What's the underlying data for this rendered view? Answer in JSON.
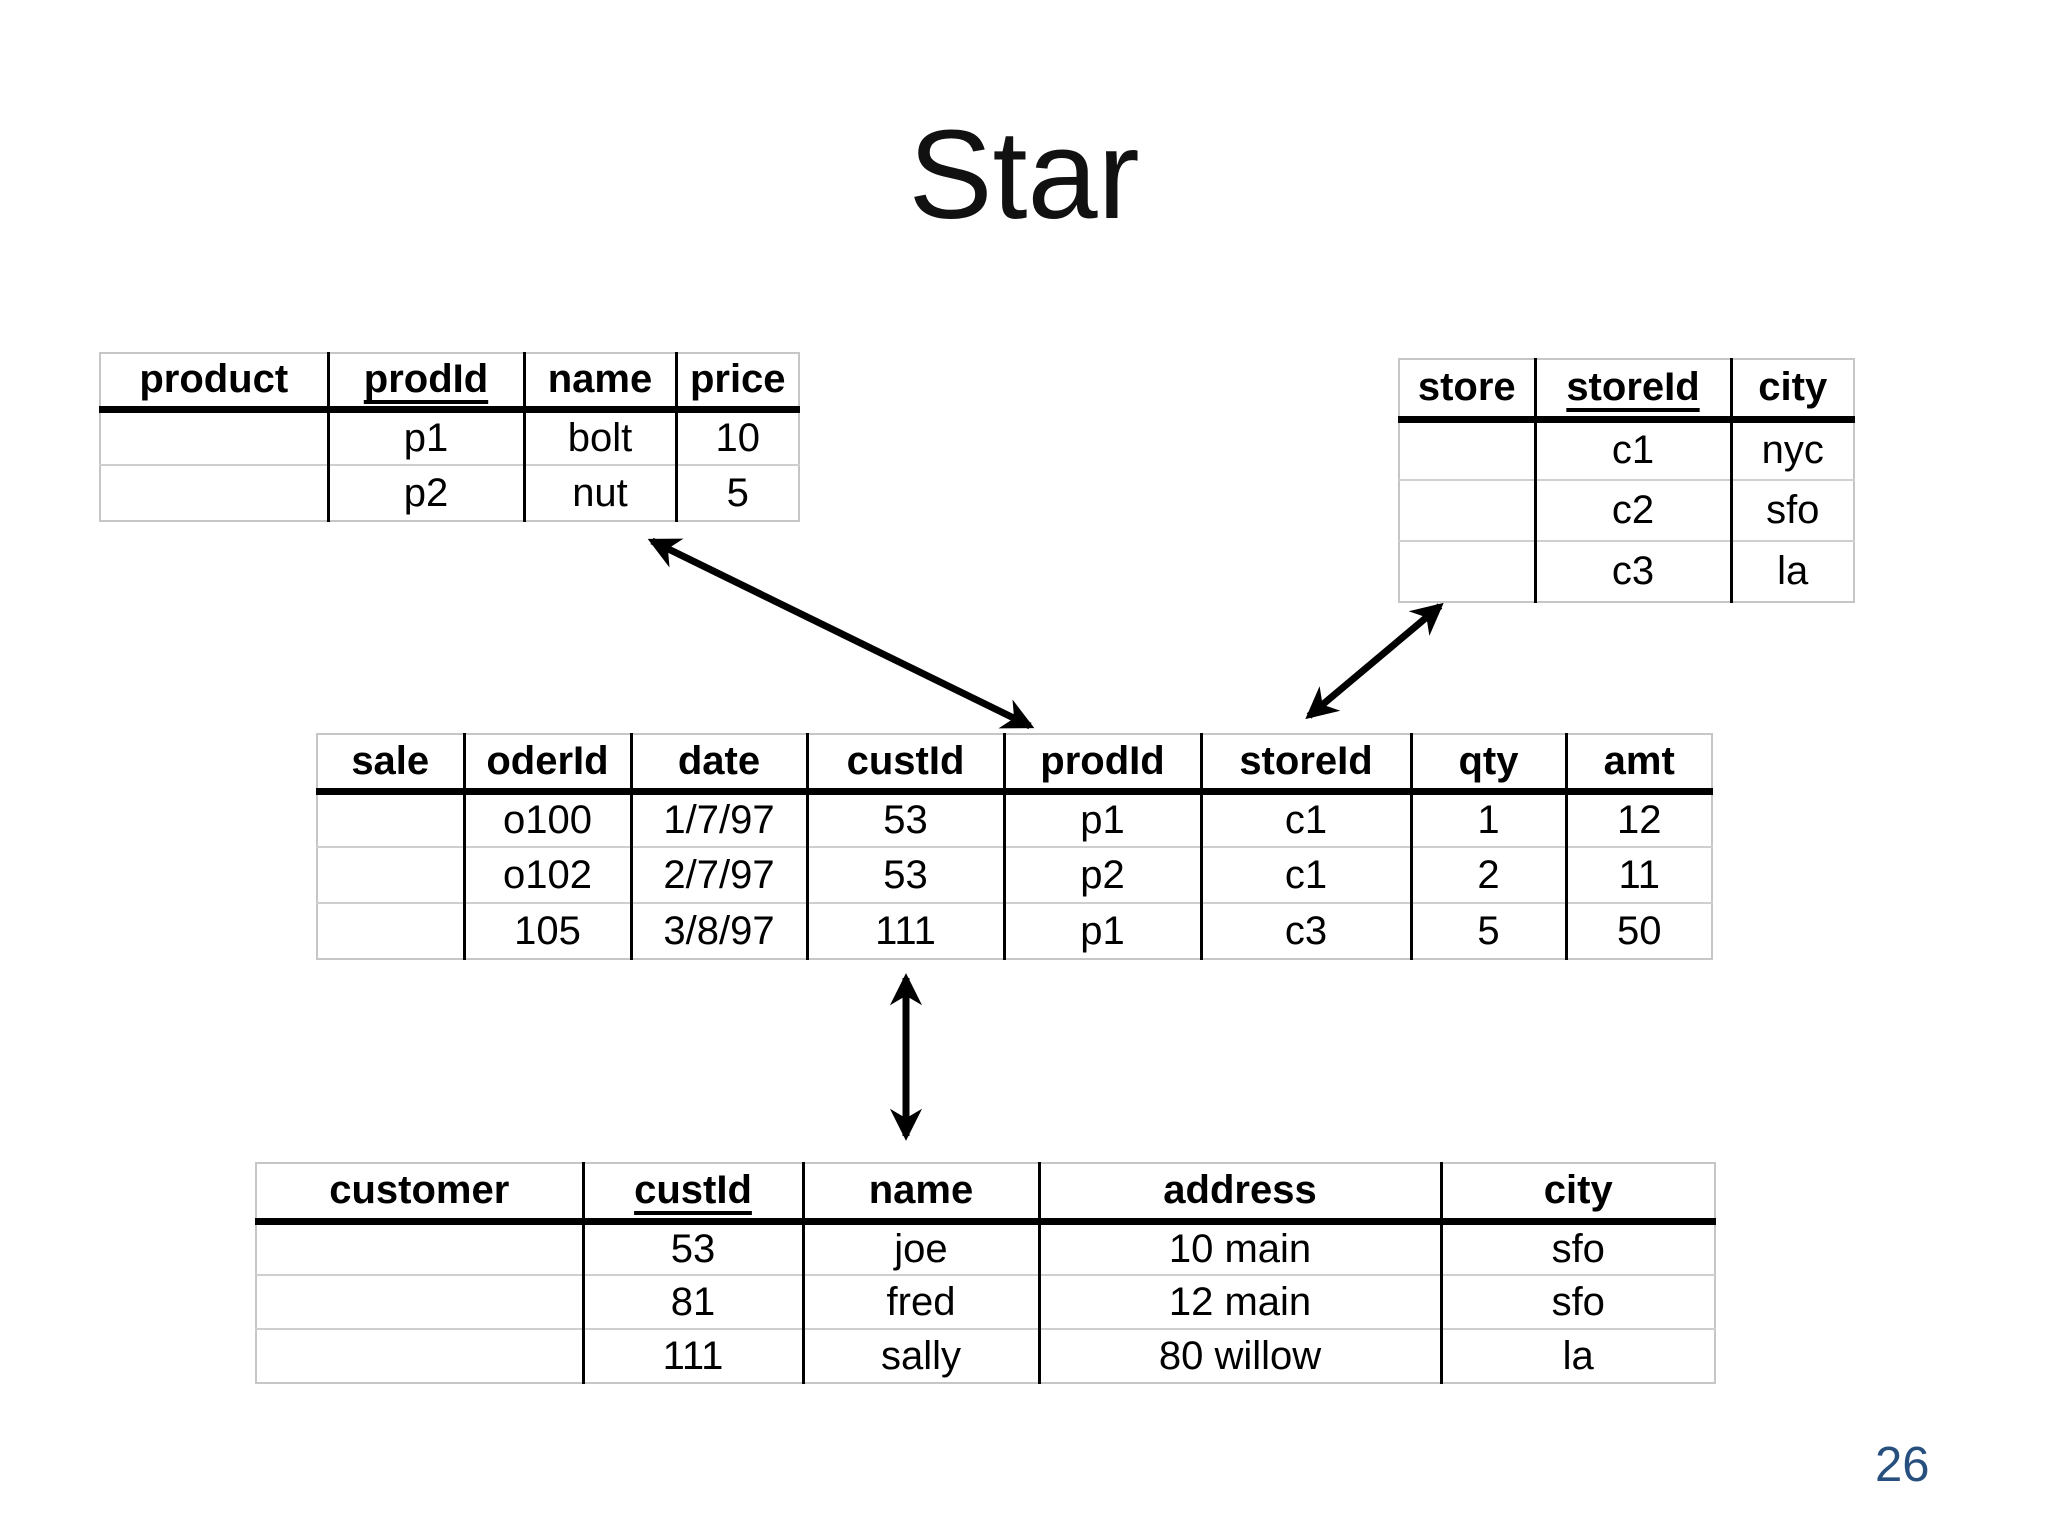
{
  "slide": {
    "title": "Star",
    "page_number": "26",
    "background_color": "#ffffff",
    "page_number_color": "#27507F"
  },
  "tables": {
    "product": {
      "headers": [
        {
          "label": "product",
          "key": false
        },
        {
          "label": "prodId",
          "key": true
        },
        {
          "label": "name",
          "key": false
        },
        {
          "label": "price",
          "key": false
        }
      ],
      "rows": [
        [
          "",
          "p1",
          "bolt",
          "10"
        ],
        [
          "",
          "p2",
          "nut",
          "5"
        ]
      ]
    },
    "store": {
      "headers": [
        {
          "label": "store",
          "key": false
        },
        {
          "label": "storeId",
          "key": true
        },
        {
          "label": "city",
          "key": false
        }
      ],
      "rows": [
        [
          "",
          "c1",
          "nyc"
        ],
        [
          "",
          "c2",
          "sfo"
        ],
        [
          "",
          "c3",
          "la"
        ]
      ]
    },
    "sale": {
      "headers": [
        {
          "label": "sale",
          "key": false
        },
        {
          "label": "oderId",
          "key": false
        },
        {
          "label": "date",
          "key": false
        },
        {
          "label": "custId",
          "key": false
        },
        {
          "label": "prodId",
          "key": false
        },
        {
          "label": "storeId",
          "key": false
        },
        {
          "label": "qty",
          "key": false
        },
        {
          "label": "amt",
          "key": false
        }
      ],
      "rows": [
        [
          "",
          "o100",
          "1/7/97",
          "53",
          "p1",
          "c1",
          "1",
          "12"
        ],
        [
          "",
          "o102",
          "2/7/97",
          "53",
          "p2",
          "c1",
          "2",
          "11"
        ],
        [
          "",
          "105",
          "3/8/97",
          "111",
          "p1",
          "c3",
          "5",
          "50"
        ]
      ]
    },
    "customer": {
      "headers": [
        {
          "label": "customer",
          "key": false
        },
        {
          "label": "custId",
          "key": true
        },
        {
          "label": "name",
          "key": false
        },
        {
          "label": "address",
          "key": false
        },
        {
          "label": "city",
          "key": false
        }
      ],
      "rows": [
        [
          "",
          "53",
          "joe",
          "10 main",
          "sfo"
        ],
        [
          "",
          "81",
          "fred",
          "12 main",
          "sfo"
        ],
        [
          "",
          "111",
          "sally",
          "80 willow",
          "la"
        ]
      ]
    }
  },
  "connections": [
    {
      "from": "sale",
      "to": "product"
    },
    {
      "from": "sale",
      "to": "store"
    },
    {
      "from": "sale",
      "to": "customer"
    }
  ]
}
